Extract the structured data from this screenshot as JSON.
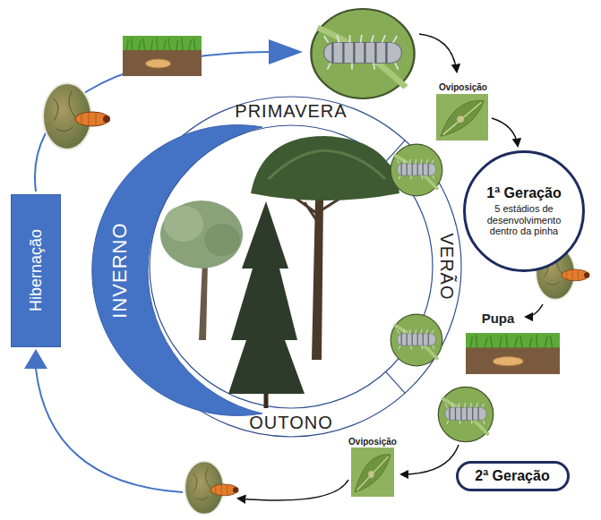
{
  "diagram": {
    "nodes": [
      {
        "text": [
          "Hibernação"
        ]
      },
      {
        "text": [
          "INVERNO"
        ]
      },
      {
        "text": [
          "1ª Geração",
          "5 estádios de desenvolvimento dentro da pinha"
        ]
      },
      {
        "text": [
          "2ª Geração"
        ]
      }
    ],
    "labels": [
      "PRIMAVERA",
      "Oviposição",
      "VERÃO",
      "Pupa",
      "OUTONO",
      "Oviposição"
    ]
  }
}
